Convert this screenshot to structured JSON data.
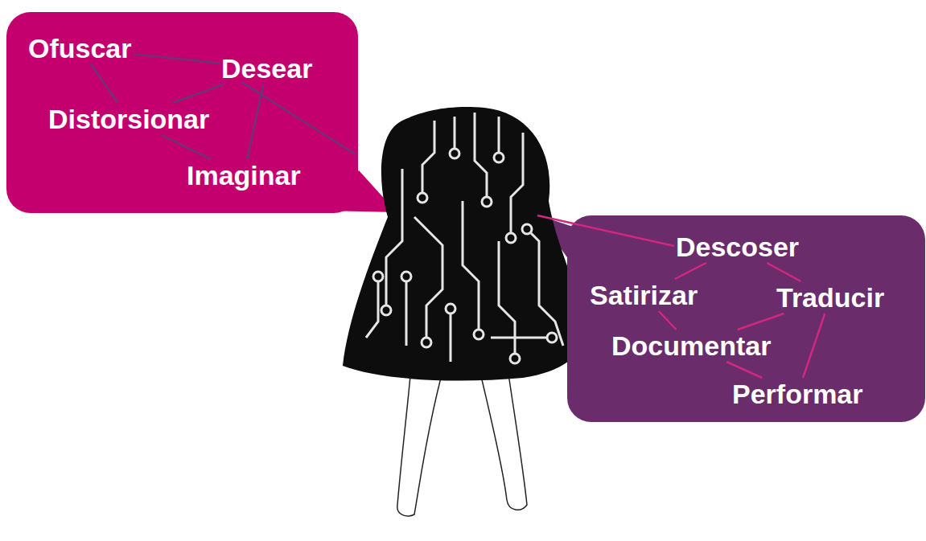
{
  "diagram": {
    "nodes": [
      {
        "text": []
      },
      {
        "text": [
          "Ofuscar"
        ],
        "in": 0
      },
      {
        "text": [
          "Desear"
        ],
        "in": 0
      },
      {
        "text": [
          "Distorsionar"
        ],
        "in": 0
      },
      {
        "text": [
          "Imaginar"
        ],
        "in": 0
      },
      {
        "text": []
      },
      {
        "text": [
          "Descoser"
        ],
        "in": 5
      },
      {
        "text": [
          "Satirizar"
        ],
        "in": 5
      },
      {
        "text": [
          "Traducir"
        ],
        "in": 5
      },
      {
        "text": [
          "Documentar"
        ],
        "in": 5
      },
      {
        "text": [
          "Performar"
        ],
        "in": 5
      }
    ],
    "edges": [
      {
        "from": 1,
        "to": 2,
        "arrow": "none"
      },
      {
        "from": 1,
        "to": 3,
        "arrow": "none"
      },
      {
        "from": 3,
        "to": 2,
        "arrow": "none"
      },
      {
        "from": 3,
        "to": 4,
        "arrow": "none"
      },
      {
        "from": 4,
        "to": 2,
        "arrow": "none"
      },
      {
        "from": 6,
        "to": 7,
        "arrow": "none"
      },
      {
        "from": 6,
        "to": 8,
        "arrow": "none"
      },
      {
        "from": 7,
        "to": 9,
        "arrow": "none"
      },
      {
        "from": 9,
        "to": 8,
        "arrow": "none"
      },
      {
        "from": 9,
        "to": 10,
        "arrow": "none"
      },
      {
        "from": 8,
        "to": 10,
        "arrow": "none"
      }
    ]
  }
}
